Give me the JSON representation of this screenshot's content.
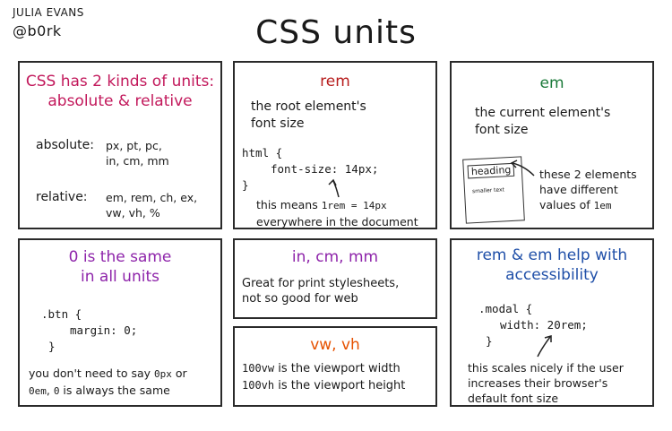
{
  "author": {
    "name": "Julia Evans",
    "handle": "@b0rk"
  },
  "title": "CSS units",
  "cards": {
    "kinds": {
      "heading_line1": "CSS has 2 kinds of units:",
      "heading_line2": "absolute & relative",
      "absolute_label": "absolute:",
      "absolute_line1": "px, pt, pc,",
      "absolute_line2": "in, cm, mm",
      "relative_label": "relative:",
      "relative_line1": "em, rem, ch, ex,",
      "relative_line2": "vw, vh, %"
    },
    "rem": {
      "heading": "rem",
      "desc_line1": "the root element's",
      "desc_line2": "font size",
      "code_line1": "html {",
      "code_line2": "font-size: 14px;",
      "code_line3": "}",
      "note_line1_pre": "this means ",
      "note_line1_code": "1rem = 14px",
      "note_line2": "everywhere in the document"
    },
    "em": {
      "heading": "em",
      "desc_line1": "the current element's",
      "desc_line2": "font size",
      "paper_heading": "heading",
      "paper_small": "smaller text",
      "note_line1": "these 2 elements",
      "note_line2": "have different",
      "note_line3_pre": "values of ",
      "note_line3_code": "1em"
    },
    "zero": {
      "heading_line1": "0 is the same",
      "heading_line2": "in all units",
      "code_line1": ".btn {",
      "code_line2": "margin: 0;",
      "code_line3": "}",
      "note_line1_pre": "you don't need to say ",
      "note_line1_code": "0px",
      "note_line1_post": " or",
      "note_line2_code": "0em",
      "note_line2_mid": ", ",
      "note_line2_code2": "0",
      "note_line2_post": " is always the same"
    },
    "print": {
      "heading": "in, cm, mm",
      "desc_line1": "Great for print stylesheets,",
      "desc_line2": "not so good for web"
    },
    "viewport": {
      "heading": "vw, vh",
      "line1_code": "100vw",
      "line1_text": " is the viewport width",
      "line2_code": "100vh",
      "line2_text": " is the viewport height"
    },
    "access": {
      "heading_line1": "rem & em help with",
      "heading_line2": "accessibility",
      "code_line1": ".modal {",
      "code_line2": "width: 20rem;",
      "code_line3": "}",
      "note_line1": "this scales nicely if the user",
      "note_line2": "increases their browser's",
      "note_line3": "default font size"
    }
  },
  "colors": {
    "kinds_heading": "#c2185b",
    "rem_heading": "#b71c1c",
    "em_heading": "#1b7a3a",
    "zero_heading": "#8e24aa",
    "print_heading": "#8e24aa",
    "viewport_heading": "#e65100",
    "access_heading": "#1f4fa8"
  }
}
